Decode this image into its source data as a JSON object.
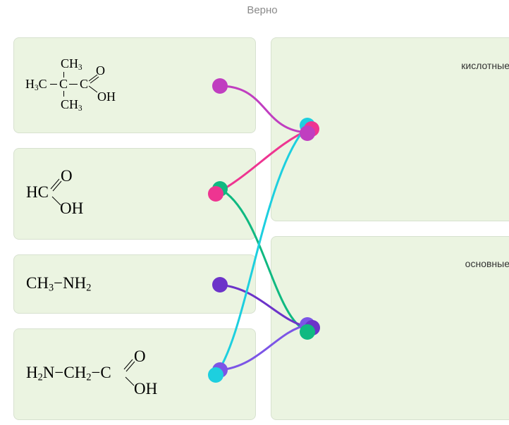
{
  "status_text": "Верно",
  "sources": [
    {
      "id": "pivalic-acid",
      "formula": {
        "ch3_top": "CH",
        "ch3_top_sub": "3",
        "h3c_h": "H",
        "h3c_sub": "3",
        "h3c_c": "C",
        "c_center": "C",
        "c_acid": "C",
        "o": "O",
        "oh": "OH",
        "ch3_bottom": "CH",
        "ch3_bottom_sub": "3"
      }
    },
    {
      "id": "formic-acid",
      "formula": {
        "hc": "HC",
        "o": "O",
        "oh": "OH"
      }
    },
    {
      "id": "methylamine",
      "formula": {
        "ch": "CH",
        "ch_sub": "3",
        "dash": "−",
        "nh": "NH",
        "nh_sub": "2"
      }
    },
    {
      "id": "glycine",
      "formula": {
        "h": "H",
        "h_sub": "2",
        "n": "N",
        "dash1": "−",
        "ch": "CH",
        "ch_sub": "2",
        "dash2": "−",
        "c": "C",
        "o": "O",
        "oh": "OH"
      }
    }
  ],
  "targets": [
    {
      "id": "acidic",
      "label": "кислотные"
    },
    {
      "id": "basic",
      "label": "основные"
    }
  ],
  "connections": [
    {
      "from": "pivalic-acid",
      "to": "acidic",
      "color": "#c03ec0"
    },
    {
      "from": "formic-acid",
      "to": "acidic",
      "color": "#ee3591"
    },
    {
      "from": "formic-acid",
      "to": "basic",
      "color": "#10b981"
    },
    {
      "from": "methylamine",
      "to": "basic",
      "color": "#6c33c9"
    },
    {
      "from": "glycine",
      "to": "basic",
      "color": "#7c55e6"
    },
    {
      "from": "glycine",
      "to": "acidic",
      "color": "#1dcfdf"
    }
  ],
  "colors": {
    "card_bg": "#ebf4e1",
    "card_border": "#d7e1cf",
    "status_text": "#8a8a8a"
  }
}
